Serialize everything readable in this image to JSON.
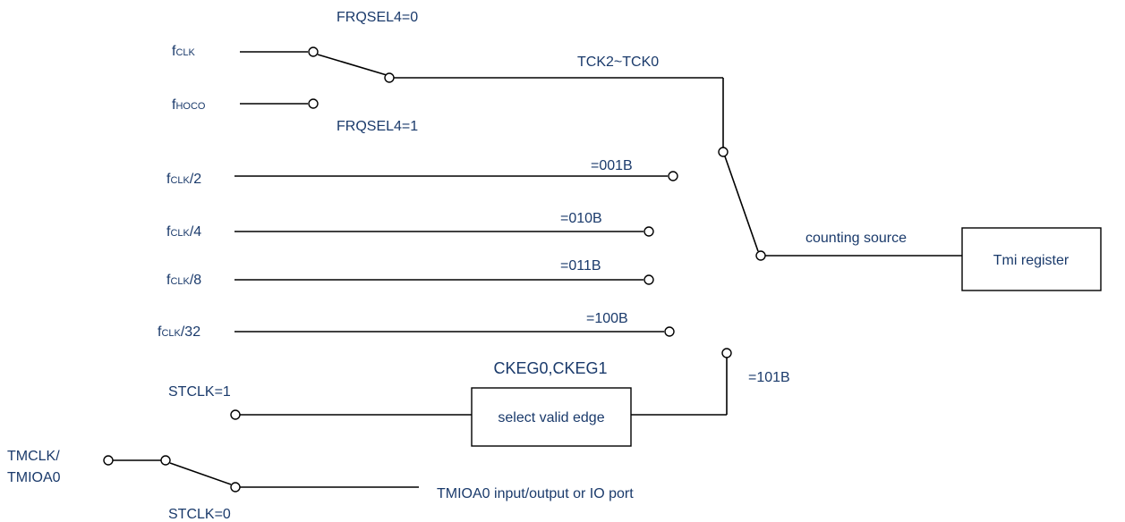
{
  "colors": {
    "text": "#1a3a6b",
    "line": "#000000",
    "background": "#ffffff"
  },
  "labels": {
    "fclk_main": "f",
    "fclk_main_sub": "CLK",
    "fhoco": "f",
    "fhoco_sub": "HOCO",
    "frqsel_top": "FRQSEL4=0",
    "frqsel_bottom": "FRQSEL4=1",
    "tck": "TCK2~TCK0",
    "counting_source": "counting source",
    "tmi_register": "Tmi register",
    "ckeg": "CKEG0,CKEG1",
    "select_edge": "select valid edge",
    "stclk1": "STCLK=1",
    "stclk0": "STCLK=0",
    "tmclk_line1": "TMCLK/",
    "tmclk_line2": "TMIOA0",
    "tmioa0_io": "TMIOA0 input/output or IO port",
    "sel_101": "=101B"
  },
  "inputs": [
    {
      "prefix": "f",
      "sub": "CLK",
      "suffix": "/2",
      "code": "=001B"
    },
    {
      "prefix": "f",
      "sub": "CLK",
      "suffix": "/4",
      "code": "=010B"
    },
    {
      "prefix": "f",
      "sub": "CLK",
      "suffix": "/8",
      "code": "=011B"
    },
    {
      "prefix": "f",
      "sub": "CLK",
      "suffix": "/32",
      "code": "=100B"
    }
  ]
}
